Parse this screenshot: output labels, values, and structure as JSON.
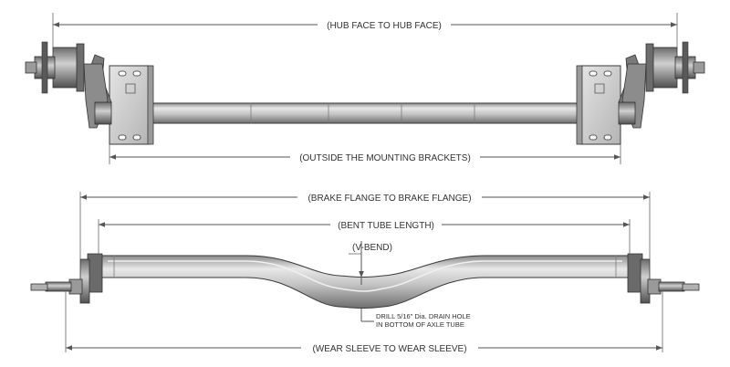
{
  "dimensions": {
    "hub_face": "(HUB FACE TO HUB FACE)",
    "outside_brackets": "(OUTSIDE THE MOUNTING BRACKETS)",
    "brake_flange": "(BRAKE FLANGE TO BRAKE FLANGE)",
    "bent_tube": "(BENT TUBE LENGTH)",
    "v_bend": "(V-BEND)",
    "wear_sleeve": "(WEAR SLEEVE TO WEAR SLEEVE)"
  },
  "notes": {
    "drain_line1": "DRILL 5/16\" Dia. DRAIN HOLE",
    "drain_line2": "IN BOTTOM OF AXLE TUBE"
  },
  "colors": {
    "metal_light": "#d9d9d9",
    "metal_mid": "#a8a8a8",
    "metal_dark": "#5a5a5a",
    "line": "#555555"
  }
}
